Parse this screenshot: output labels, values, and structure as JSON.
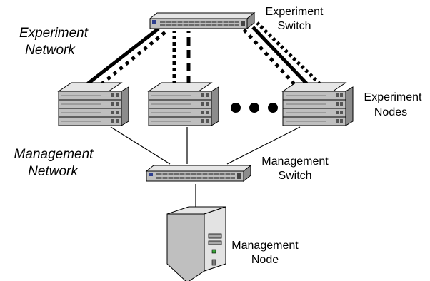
{
  "labels": {
    "experiment_network": [
      "Experiment",
      "Network"
    ],
    "management_network": [
      "Management",
      "Network"
    ],
    "experiment_switch": [
      "Experiment",
      "Switch"
    ],
    "experiment_nodes": [
      "Experiment",
      "Nodes"
    ],
    "management_switch": [
      "Management",
      "Switch"
    ],
    "management_node": [
      "Management",
      "Node"
    ]
  },
  "icons": {
    "switch": "network-switch-icon",
    "server": "rack-server-icon",
    "tower": "tower-computer-icon",
    "ellipsis": "ellipsis-dots"
  },
  "colors": {
    "line": "#000000",
    "device_gray": "#bfbfbf",
    "device_light": "#e6e6e6",
    "device_dark": "#8c8c8c",
    "port_blue": "#2e3f8f",
    "led_green": "#3aa33a"
  }
}
